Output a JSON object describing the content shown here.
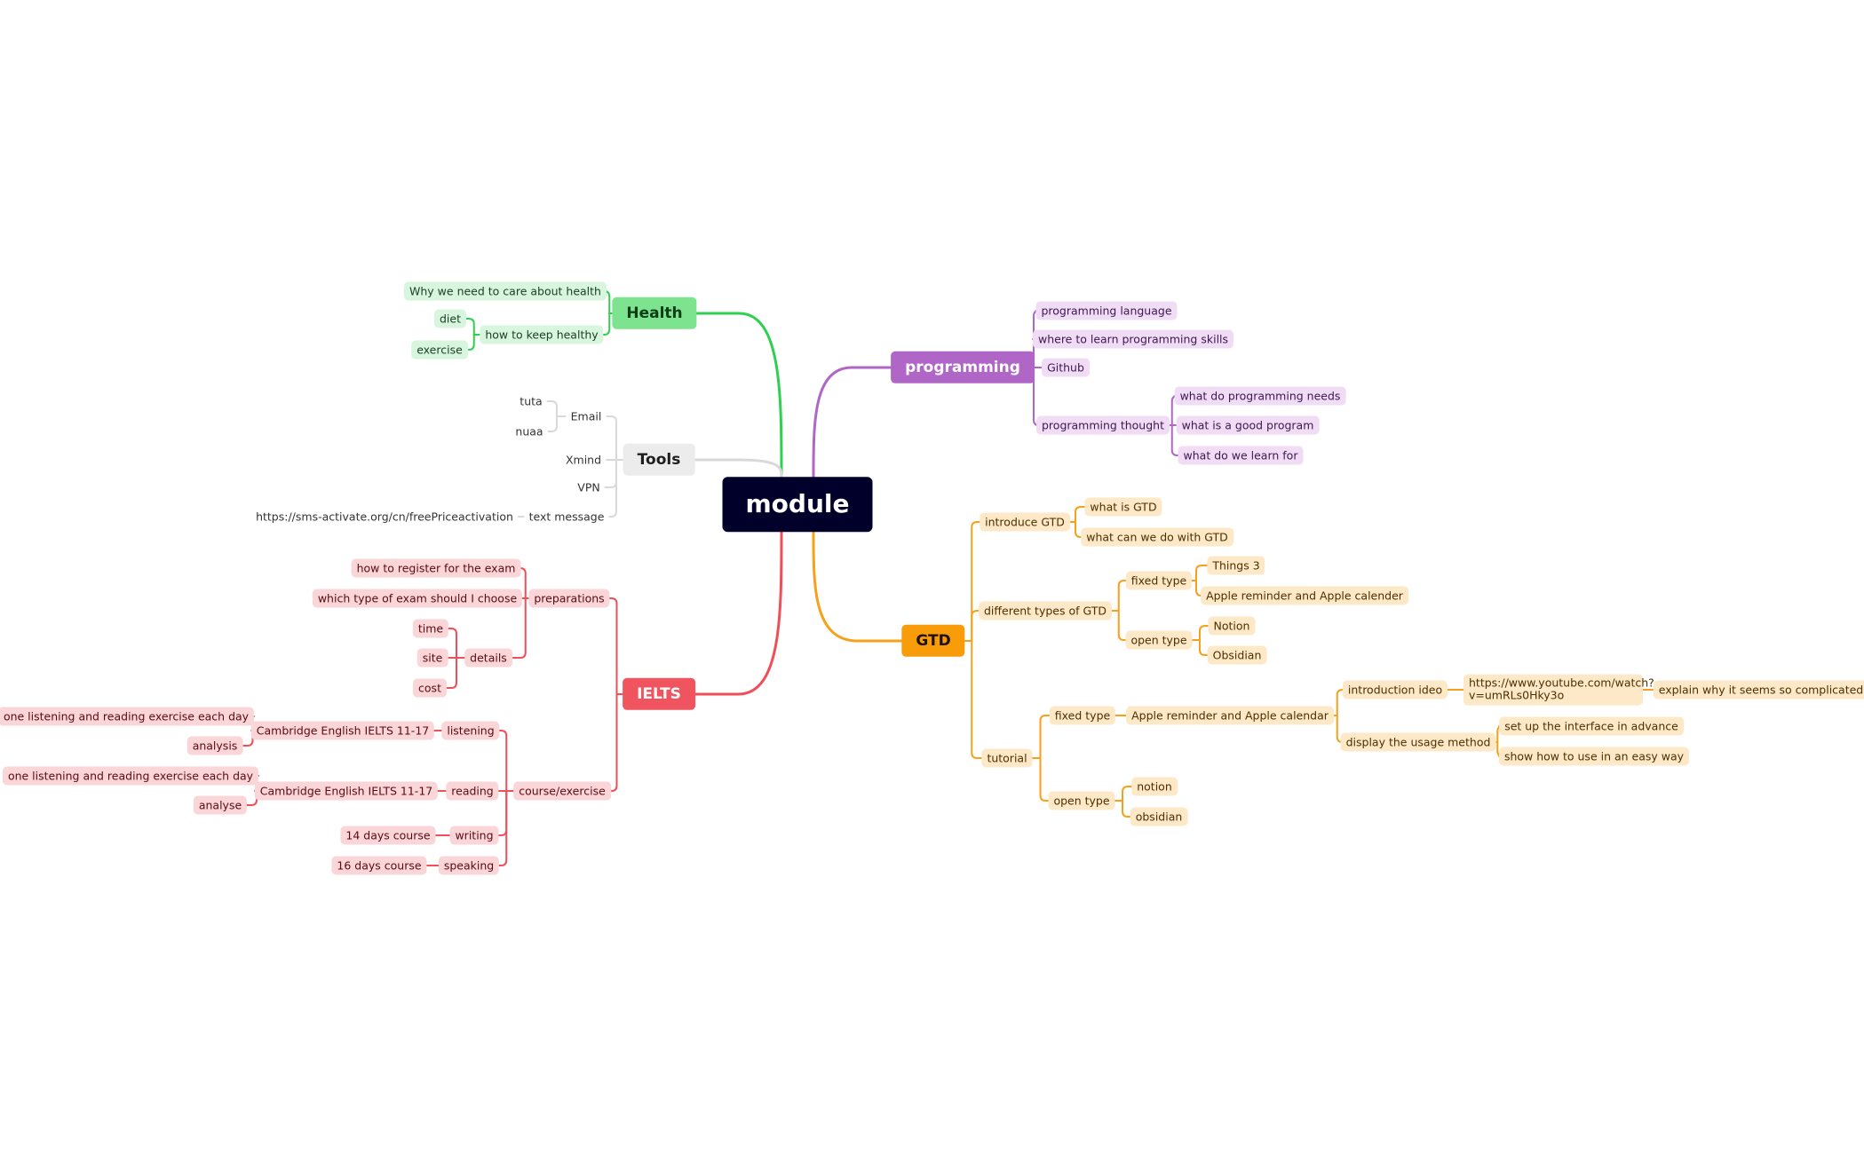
{
  "mindmap": {
    "root": "module",
    "colors": {
      "health": "#2fcf4f",
      "programming": "#b066c7",
      "tools": "#d9d9d9",
      "gtd": "#f7a11a",
      "ielts": "#ef4f59"
    },
    "health": {
      "label": "Health",
      "why": "Why we need to care about health",
      "keep": "how to keep healthy",
      "diet": "diet",
      "exercise": "exercise"
    },
    "tools": {
      "label": "Tools",
      "email": "Email",
      "tuta": "tuta",
      "nuaa": "nuaa",
      "xmind": "Xmind",
      "vpn": "VPN",
      "text_message": "text message",
      "sms_url": "https://sms-activate.org/cn/freePriceactivation"
    },
    "programming": {
      "label": "programming",
      "language": "programming language",
      "where": "where to learn programming skills",
      "github": "Github",
      "thought": "programming thought",
      "needs": "what do programming needs",
      "good": "what is a good program",
      "learn_for": "what do we learn for"
    },
    "gtd": {
      "label": "GTD",
      "introduce": "introduce GTD",
      "what_is": "what is GTD",
      "what_can": "what can we do with GTD",
      "types": "different types of GTD",
      "fixed": "fixed type",
      "things3": "Things 3",
      "apple_rc": "Apple reminder and Apple calender",
      "open": "open type",
      "notion": "Notion",
      "obsidian": "Obsidian",
      "tutorial": "tutorial",
      "t_fixed": "fixed type",
      "t_apple": "Apple reminder and Apple calendar",
      "intro_video": "introduction ideo",
      "youtube": "https://www.youtube.com/watch?v=umRLs0Hky3o",
      "explain": "explain why it seems so complicated",
      "display": "display the usage method",
      "setup": "set up the interface in advance",
      "show": "show how to use in an easy way",
      "t_open": "open type",
      "t_notion": "notion",
      "t_obsidian": "obsidian"
    },
    "ielts": {
      "label": "IELTS",
      "preparations": "preparations",
      "register": "how to register for the exam",
      "which": "which type of exam should I choose",
      "details": "details",
      "time": "time",
      "site": "site",
      "cost": "cost",
      "course": "course/exercise",
      "listening": "listening",
      "cam1": "Cambridge English IELTS  11-17",
      "ex1": "one listening and reading exercise each day",
      "analysis": "analysis",
      "reading": "reading",
      "cam2": "Cambridge English IELTS  11-17",
      "ex2": "one listening and reading exercise each day",
      "analyse": "analyse",
      "writing": "writing",
      "course14": "14 days course",
      "speaking": "speaking",
      "course16": "16 days course"
    }
  }
}
